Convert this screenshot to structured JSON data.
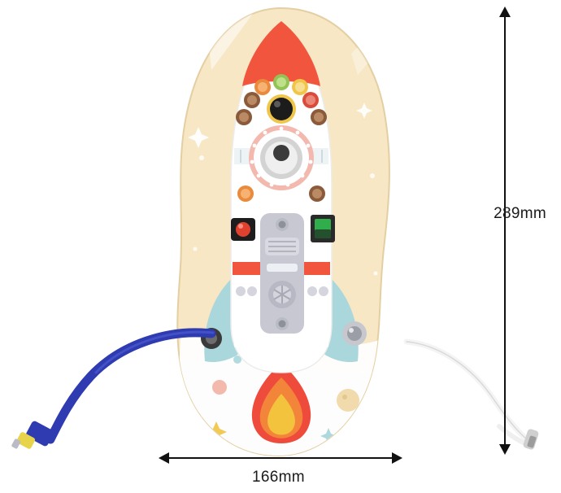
{
  "figure": {
    "subject": "wooden rocket busy board toy",
    "background_color": "#ffffff"
  },
  "dimensions": {
    "height_label": "289mm",
    "width_label": "166mm",
    "arrow_color": "#111111"
  },
  "product": {
    "board_base_color": "#f6e3bd",
    "board_edge_color": "#e9d3a8",
    "rocket_body_color": "#ffffff",
    "rocket_nose_color": "#f2553d",
    "rocket_stripe_color": "#f2553d",
    "fin_color": "#a9d7dc",
    "flame_colors": [
      "#f4c33d",
      "#f2853a",
      "#ef4b3c"
    ],
    "components": [
      {
        "name": "led-button-brown-left",
        "color": "#8a5a3b"
      },
      {
        "name": "led-button-green",
        "color": "#93c255"
      },
      {
        "name": "led-button-yellow",
        "color": "#f0c64a"
      },
      {
        "name": "led-button-orange",
        "color": "#e98a3c"
      },
      {
        "name": "led-button-red-upper",
        "color": "#d94b3a"
      },
      {
        "name": "big-black-knob",
        "color": "#1c1c1c"
      },
      {
        "name": "porthole-window",
        "color": "#d9d9d9"
      },
      {
        "name": "red-indicator-light",
        "color": "#e0412f"
      },
      {
        "name": "green-rocker-switch",
        "color": "#2fae4b"
      },
      {
        "name": "grey-control-panel",
        "color": "#c8c8d2"
      },
      {
        "name": "metal-screw-top",
        "color": "#b9bcc4"
      },
      {
        "name": "metal-screw-bottom",
        "color": "#b9bcc4"
      },
      {
        "name": "left-metal-knob",
        "color": "#3a3a3a"
      },
      {
        "name": "right-metal-knob",
        "color": "#b0b3ba"
      }
    ],
    "cables": [
      {
        "name": "blue-power-cable",
        "color": "#2f3bb0",
        "tip_color": "#e8d44a"
      },
      {
        "name": "white-lanyard-cable",
        "color": "#f2f2f2",
        "tip_color": "#cfcfcf"
      }
    ]
  }
}
